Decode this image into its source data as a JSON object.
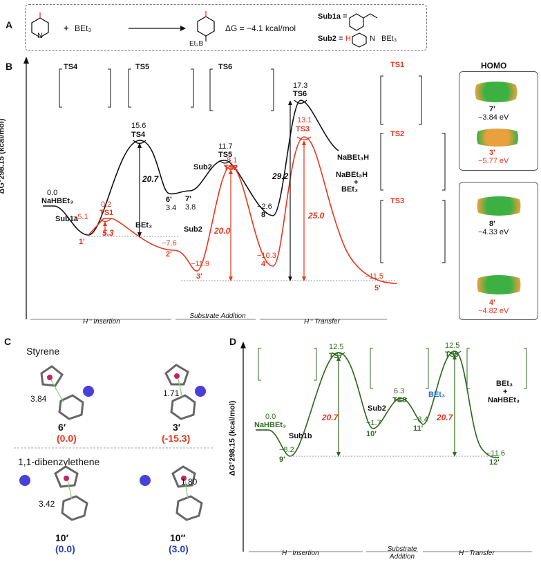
{
  "panelA": {
    "letter": "A",
    "plus": "+",
    "reagent": "BEt₃",
    "product_label": "Et₃B",
    "deltaG": "ΔG = −4.1 kcal/mol",
    "sub1a_label": "Sub1a =",
    "sub2_label": "Sub2 =",
    "sub2_h": "H",
    "sub2_n": "N",
    "sub2_group": "BEt₃"
  },
  "panelB": {
    "letter": "B",
    "yaxis": "ΔG°298.15 (kcal/mol)",
    "homo_title": "HOMO",
    "phases": [
      "H⁻ Insertion",
      "Substrate Addition",
      "H⁻ Transfer"
    ],
    "ts_brackets": [
      "TS4",
      "TS5",
      "TS6",
      "TS1",
      "TS2",
      "TS3"
    ],
    "levels": [
      {
        "name": "NaHBEt₃",
        "value": "0.0"
      },
      {
        "name": "1'",
        "value": "−5.1"
      },
      {
        "name": "TS1",
        "value": "0.2"
      },
      {
        "name": "2'",
        "value": "−7.6"
      },
      {
        "name": "TS4",
        "value": "15.6"
      },
      {
        "name": "6'",
        "value": "3.4"
      },
      {
        "name": "7'",
        "value": "3.8"
      },
      {
        "name": "3'",
        "value": "−11.9"
      },
      {
        "name": "TS5",
        "value": "11.7"
      },
      {
        "name": "TS2",
        "value": "8.1"
      },
      {
        "name": "4'",
        "value": "−10.3"
      },
      {
        "name": "8'",
        "value": "−2.6"
      },
      {
        "name": "TS6",
        "value": "17.3"
      },
      {
        "name": "TS3",
        "value": "13.1"
      },
      {
        "name": "5'",
        "value": "−11.5"
      }
    ],
    "barriers": [
      "20.7",
      "5.3",
      "20.0",
      "29.2",
      "25.0"
    ],
    "labels": {
      "sub1a": "Sub1a",
      "sub2a": "Sub2",
      "sub2b": "Sub2",
      "bet3": "BEt₃",
      "nabeth": "NaBEt₃H",
      "nabeth2": "NaBEt₃H",
      "plus": "+",
      "bet3b": "BEt₃"
    },
    "homo": [
      {
        "name": "7'",
        "energy": "−3.84 eV"
      },
      {
        "name": "3'",
        "energy": "−5.77 eV"
      },
      {
        "name": "8'",
        "energy": "−4.33 eV"
      },
      {
        "name": "4'",
        "energy": "−4.82 eV"
      }
    ]
  },
  "panelC": {
    "letter": "C",
    "title1": "Styrene",
    "title2": "1,1-dibenzylethene",
    "structures": [
      {
        "name": "6′",
        "dist": "3.84",
        "value": "(0.0)"
      },
      {
        "name": "3′",
        "dist": "1.71",
        "value": "(-15.3)"
      },
      {
        "name": "10′",
        "dist": "3.42",
        "value": "(0.0)"
      },
      {
        "name": "10″",
        "dist": "1.80",
        "value": "(3.0)"
      }
    ]
  },
  "panelD": {
    "letter": "D",
    "yaxis": "ΔG°298.15 (kcal/mol)",
    "phases": [
      "H⁻ Insertion",
      "Substrate Addition",
      "H⁻ Transfer"
    ],
    "levels": [
      {
        "name": "NaHBEt₃",
        "value": "0.0"
      },
      {
        "name": "9'",
        "value": "−8.2"
      },
      {
        "name": "TS7",
        "value": "12.5"
      },
      {
        "name": "10'",
        "value": "−1.7"
      },
      {
        "name": "TS8",
        "value": "6.3"
      },
      {
        "name": "11'",
        "value": "−3.4"
      },
      {
        "name": "TS9",
        "value": "12.5"
      },
      {
        "name": "12'",
        "value": "−11.6"
      }
    ],
    "barriers": [
      "20.7",
      "20.7"
    ],
    "labels": {
      "sub1b": "Sub1b",
      "sub2": "Sub2",
      "bet3": "BEt₃",
      "bet3_out": "BEt₃",
      "plus": "+",
      "nahbet3": "NaHBEt₃"
    }
  },
  "colors": {
    "red": "#e8341c",
    "blue": "#2a6fd6",
    "green": "#2f6b1f",
    "black": "#111111"
  }
}
